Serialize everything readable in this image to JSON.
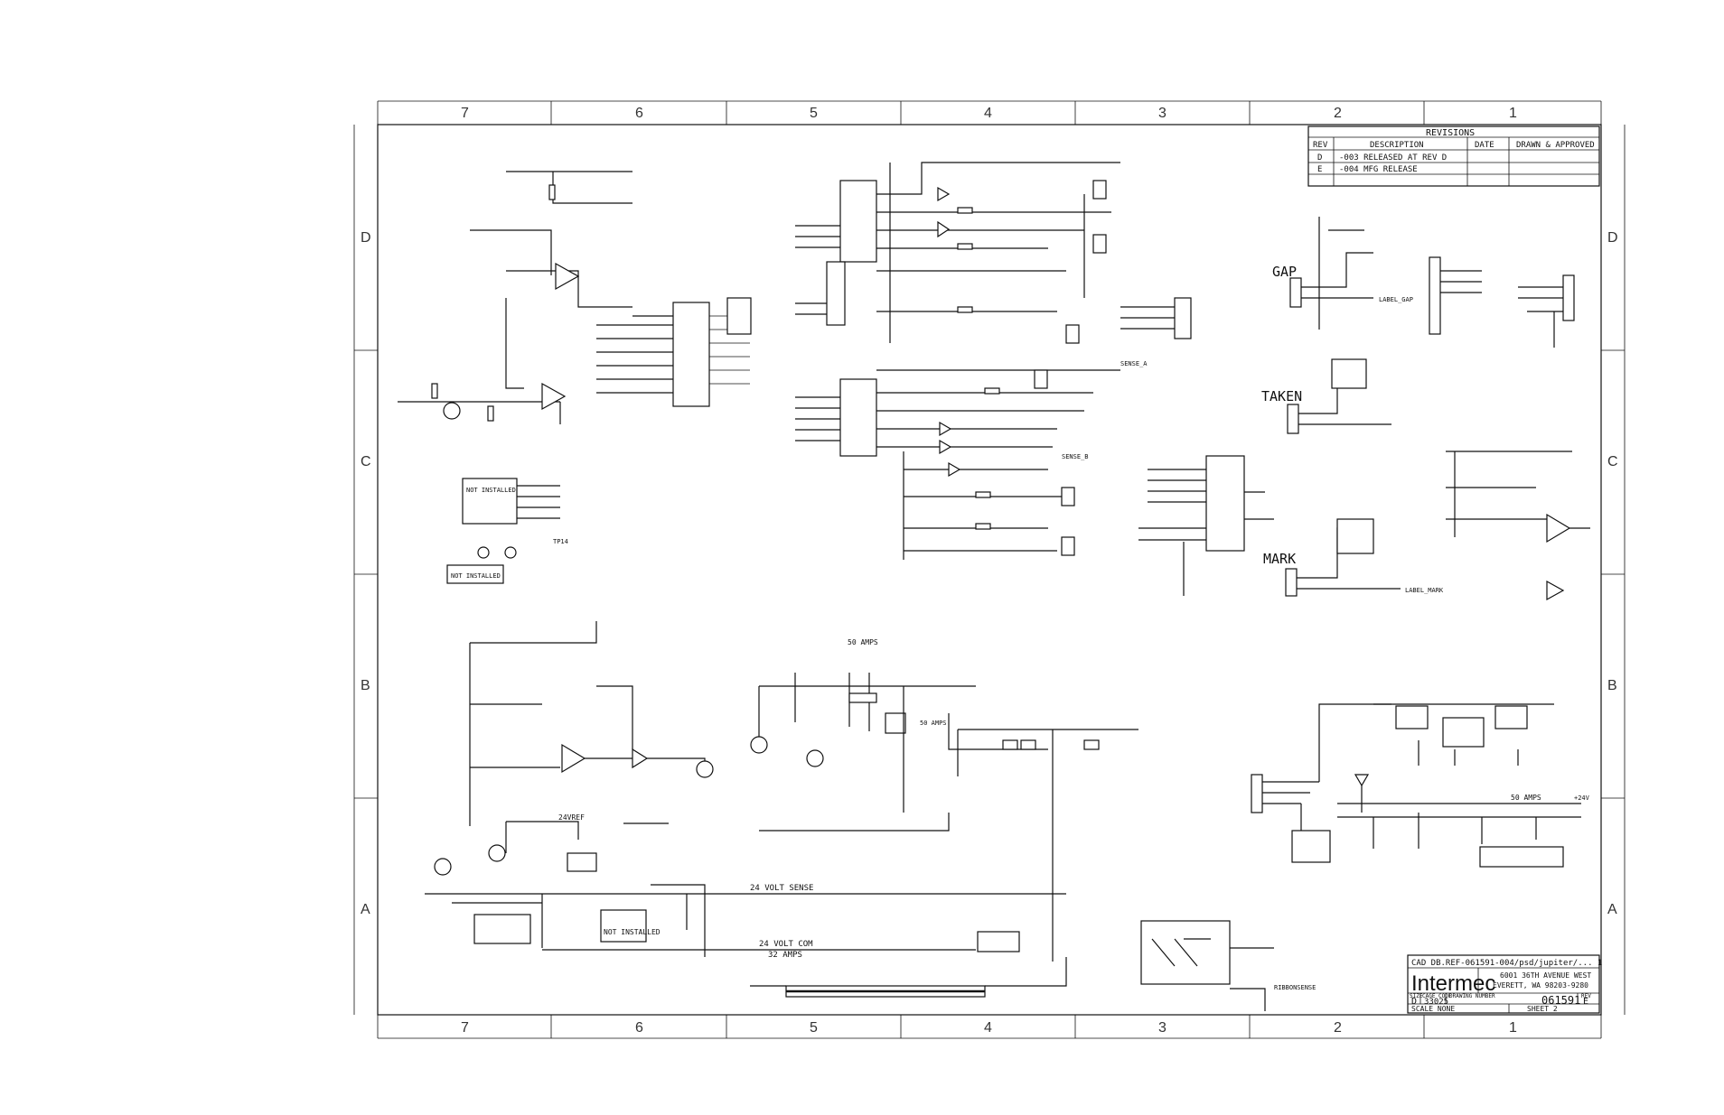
{
  "grid": {
    "columns": [
      "7",
      "6",
      "5",
      "4",
      "3",
      "2",
      "1"
    ],
    "rows": [
      "D",
      "C",
      "B",
      "A"
    ]
  },
  "revisions": {
    "title": "REVISIONS",
    "headers": [
      "REV",
      "DESCRIPTION",
      "DATE",
      "DRAWN & APPROVED"
    ],
    "rows": [
      [
        "D",
        "-003 RELEASED AT REV D",
        "",
        ""
      ],
      [
        "E",
        "-004 MFG RELEASE",
        "",
        ""
      ]
    ]
  },
  "labels": {
    "gap": "GAP",
    "taken": "TAKEN",
    "mark": "MARK",
    "amps_50_top": "50 AMPS",
    "amps_50_mid": "50 AMPS",
    "amps_50_right": "50 AMPS",
    "volt_sense": "24 VOLT SENSE",
    "volt_com": "24 VOLT COM",
    "amps_32": "32 AMPS",
    "ref_24": "24VREF",
    "not_installed_a": "NOT INSTALLED",
    "not_installed_b": "NOT INSTALLED",
    "not_installed_c": "NOT INSTALLED",
    "label_gap": "LABEL_GAP",
    "label_mark": "LABEL_MARK",
    "sense_a": "SENSE_A",
    "sense_b": "SENSE_B",
    "ribbon_sense": "RIBBONSENSE",
    "tp14": "TP14",
    "v_plus_24": "+24V"
  },
  "title_block": {
    "cad_ref": "CAD DB.REF-061591-004/psd/jupiter/... 1",
    "company": "Intermec",
    "address_1": "6001 36TH AVENUE WEST",
    "address_2": "EVERETT, WA 98203-9280",
    "size_label": "SIZE",
    "size": "D",
    "cage_label": "CAGE CODE",
    "cage": "33025",
    "dwg_label": "DRAWING NUMBER",
    "dwg": "061591",
    "rev_label": "REV",
    "rev": "E",
    "scale": "SCALE NONE",
    "sheet": "SHEET 2"
  },
  "colors": {
    "ink": "#111111",
    "paper": "#ffffff"
  }
}
